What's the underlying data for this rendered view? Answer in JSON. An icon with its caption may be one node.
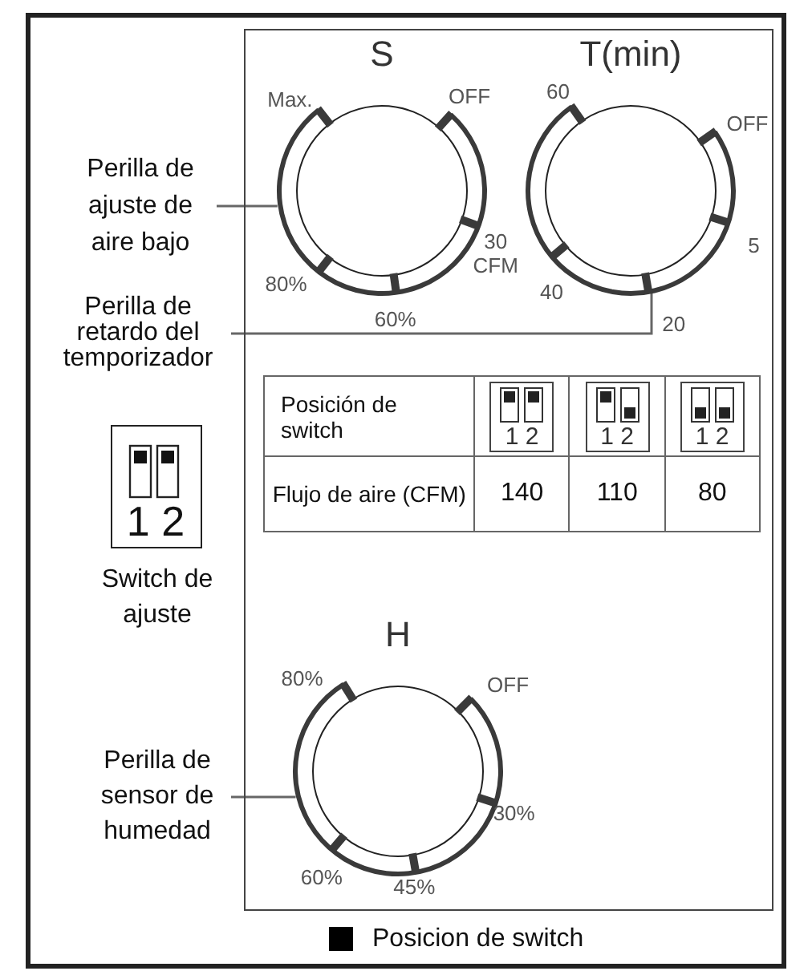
{
  "diagram": {
    "nodes": [
      {
        "text": [],
        "shape": "box"
      },
      {
        "text": [
          "S"
        ],
        "in": 0,
        "beside": [
          "Max.",
          "OFF",
          "30 CFM",
          "60%",
          "80%"
        ]
      },
      {
        "text": [
          "T(min)"
        ],
        "in": 0,
        "beside": [
          "60",
          "OFF",
          "5",
          "20",
          "40"
        ]
      },
      {
        "text": [
          "Perilla de ajuste de aire bajo"
        ]
      },
      {
        "text": [
          "Perilla de retardo del temporizador"
        ]
      },
      {
        "text": [
          "1 2"
        ],
        "beside": [
          "Switch de ajuste"
        ]
      },
      {
        "text": [
          "H"
        ],
        "in": 0,
        "beside": [
          "80%",
          "OFF",
          "30%",
          "45%",
          "60%"
        ]
      },
      {
        "text": [
          "Perilla de sensor de humedad"
        ]
      }
    ],
    "edges": [
      {
        "from": 3,
        "to": 1,
        "arrow": "none"
      },
      {
        "from": 4,
        "to": 2,
        "arrow": "none"
      },
      {
        "from": 7,
        "to": 6,
        "arrow": "none"
      }
    ],
    "labels": [
      "Posición de switch",
      "1 2",
      "1 2",
      "1 2",
      "Flujo de aire (CFM)",
      "140",
      "110",
      "80"
    ],
    "legend": [
      {
        "text": "Posicion de switch",
        "color": "#000000"
      }
    ]
  }
}
